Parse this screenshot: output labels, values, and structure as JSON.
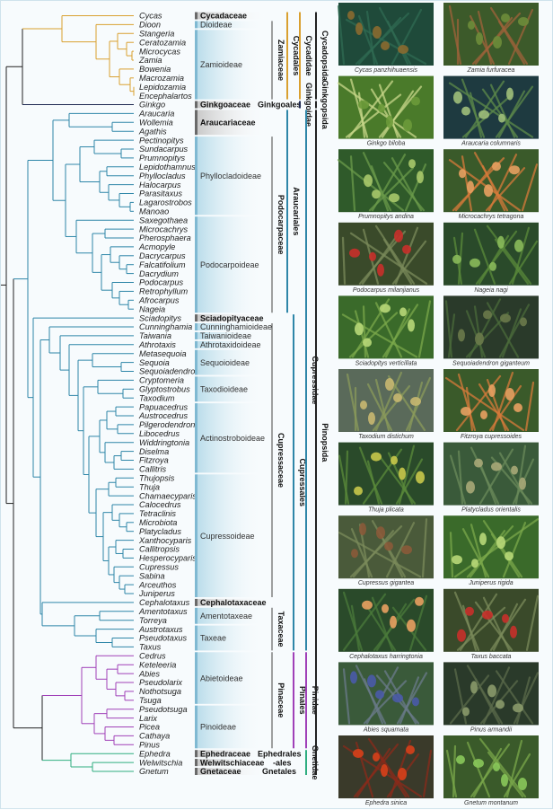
{
  "colors": {
    "cycad": "#d9a030",
    "ginkgo": "#1f2a52",
    "conifer": "#2e86a8",
    "pinales": "#a040b8",
    "gnetales": "#2fae80",
    "backbone": "#222222"
  },
  "taxa": [
    "Cycas",
    "Dioon",
    "Stangeria",
    "Ceratozamia",
    "Microcycas",
    "Zamia",
    "Bowenia",
    "Macrozamia",
    "Lepidozamia",
    "Encephalartos",
    "Ginkgo",
    "Araucaria",
    "Wollemia",
    "Agathis",
    "Pectinopitys",
    "Sundacarpus",
    "Prumnopitys",
    "Lepidothamnus",
    "Phyllocladus",
    "Halocarpus",
    "Parasitaxus",
    "Lagarostrobos",
    "Manoao",
    "Saxegothaea",
    "Microcachrys",
    "Pherosphaera",
    "Acmopyle",
    "Dacrycarpus",
    "Falcatifolium",
    "Dacrydium",
    "Podocarpus",
    "Retrophyllum",
    "Afrocarpus",
    "Nageia",
    "Sciadopitys",
    "Cunninghamia",
    "Taiwania",
    "Athrotaxis",
    "Metasequoia",
    "Sequoia",
    "Sequoiadendron",
    "Cryptomeria",
    "Glyptostrobus",
    "Taxodium",
    "Papuacedrus",
    "Austrocedrus",
    "Pilgerodendron",
    "Libocedrus",
    "Widdringtonia",
    "Diselma",
    "Fitzroya",
    "Callitris",
    "Thujopsis",
    "Thuja",
    "Chamaecyparis",
    "Calocedrus",
    "Tetraclinis",
    "Microbiota",
    "Platycladus",
    "Xanthocyparis",
    "Callitropsis",
    "Hesperocyparis",
    "Cupressus",
    "Sabina",
    "Arceuthos",
    "Juniperus",
    "Cephalotaxus",
    "Amentotaxus",
    "Torreya",
    "Austrotaxus",
    "Pseudotaxus",
    "Taxus",
    "Cedrus",
    "Keteleeria",
    "Abies",
    "Pseudolarix",
    "Nothotsuga",
    "Tsuga",
    "Pseudotsuga",
    "Larix",
    "Picea",
    "Cathaya",
    "Pinus",
    "Ephedra",
    "Welwitschia",
    "Gnetum"
  ],
  "subfamilies": [
    {
      "label": "Cycadaceae",
      "bold": true
    },
    {
      "label": "Dioideae",
      "bold": false
    },
    {
      "label": "Zamioideae",
      "bold": false
    },
    {
      "label": "Ginkgoaceae",
      "bold": true
    },
    {
      "label": "Araucariaceae",
      "bold": true
    },
    {
      "label": "Phyllocladoideae",
      "bold": false
    },
    {
      "label": "Podocarpoideae",
      "bold": false
    },
    {
      "label": "Sciadopityaceae",
      "bold": true
    },
    {
      "label": "Cunninghamioideae",
      "bold": false
    },
    {
      "label": "Taiwanioideae",
      "bold": false
    },
    {
      "label": "Athrotaxidoideae",
      "bold": false
    },
    {
      "label": "Sequoioideae",
      "bold": false
    },
    {
      "label": "Taxodioideae",
      "bold": false
    },
    {
      "label": "Actinostroboideae",
      "bold": false
    },
    {
      "label": "Cupressoideae",
      "bold": false
    },
    {
      "label": "Cephalotaxaceae",
      "bold": true
    },
    {
      "label": "Amentotaxeae",
      "bold": false
    },
    {
      "label": "Taxeae",
      "bold": false
    },
    {
      "label": "Abietoideae",
      "bold": false
    },
    {
      "label": "Pinoideae",
      "bold": false
    },
    {
      "label": "Ephedraceae",
      "bold": true
    },
    {
      "label": "Welwitschiaceae",
      "bold": true
    },
    {
      "label": "Gnetaceae",
      "bold": true
    }
  ],
  "families": [
    "Zamiaceae",
    "Podocarpaceae",
    "Cupressaceae",
    "Taxaceae",
    "Pinaceae"
  ],
  "orders": [
    "Ginkgoales",
    "Ephedrales",
    "-ales",
    "Gnetales"
  ],
  "vertical_labels": [
    "Cycadales",
    "Araucariales",
    "Cupressales",
    "Pinales",
    "Cycadidae",
    "Ginkgoidae",
    "Cupressidae",
    "Pinidae",
    "Gnetidae",
    "Cycadopsida",
    "Ginkgopsida",
    "Pinopsida"
  ],
  "photos": [
    {
      "caption": "Cycas panzhihuaensis",
      "scene": "cycad"
    },
    {
      "caption": "Zamia furfuracea",
      "scene": "cone"
    },
    {
      "caption": "Ginkgo biloba",
      "scene": "ginkgo"
    },
    {
      "caption": "Araucaria columnaris",
      "scene": "araucaria"
    },
    {
      "caption": "Prumnopitys andina",
      "scene": "conifer"
    },
    {
      "caption": "Microcachrys tetragona",
      "scene": "orange"
    },
    {
      "caption": "Podocarpus milanjianus",
      "scene": "redberry"
    },
    {
      "caption": "Nageia nagi",
      "scene": "broadleaf"
    },
    {
      "caption": "Sciadopitys verticillata",
      "scene": "needles"
    },
    {
      "caption": "Sequoiadendron giganteum",
      "scene": "darkcone"
    },
    {
      "caption": "Taxodium distichum",
      "scene": "feather"
    },
    {
      "caption": "Fitzroya cupressoides",
      "scene": "orange"
    },
    {
      "caption": "Thuja plicata",
      "scene": "yellowcone"
    },
    {
      "caption": "Platycladus orientalis",
      "scene": "fan"
    },
    {
      "caption": "Cupressus gigantea",
      "scene": "browncone"
    },
    {
      "caption": "Juniperus rigida",
      "scene": "needles"
    },
    {
      "caption": "Cephalotaxus harringtonia",
      "scene": "orangefruit"
    },
    {
      "caption": "Taxus baccata",
      "scene": "redberry"
    },
    {
      "caption": "Abies squamata",
      "scene": "bluecone"
    },
    {
      "caption": "Pinus armandii",
      "scene": "pine"
    },
    {
      "caption": "Ephedra sinica",
      "scene": "ephedra"
    },
    {
      "caption": "Gnetum montanum",
      "scene": "greenfruit"
    }
  ]
}
